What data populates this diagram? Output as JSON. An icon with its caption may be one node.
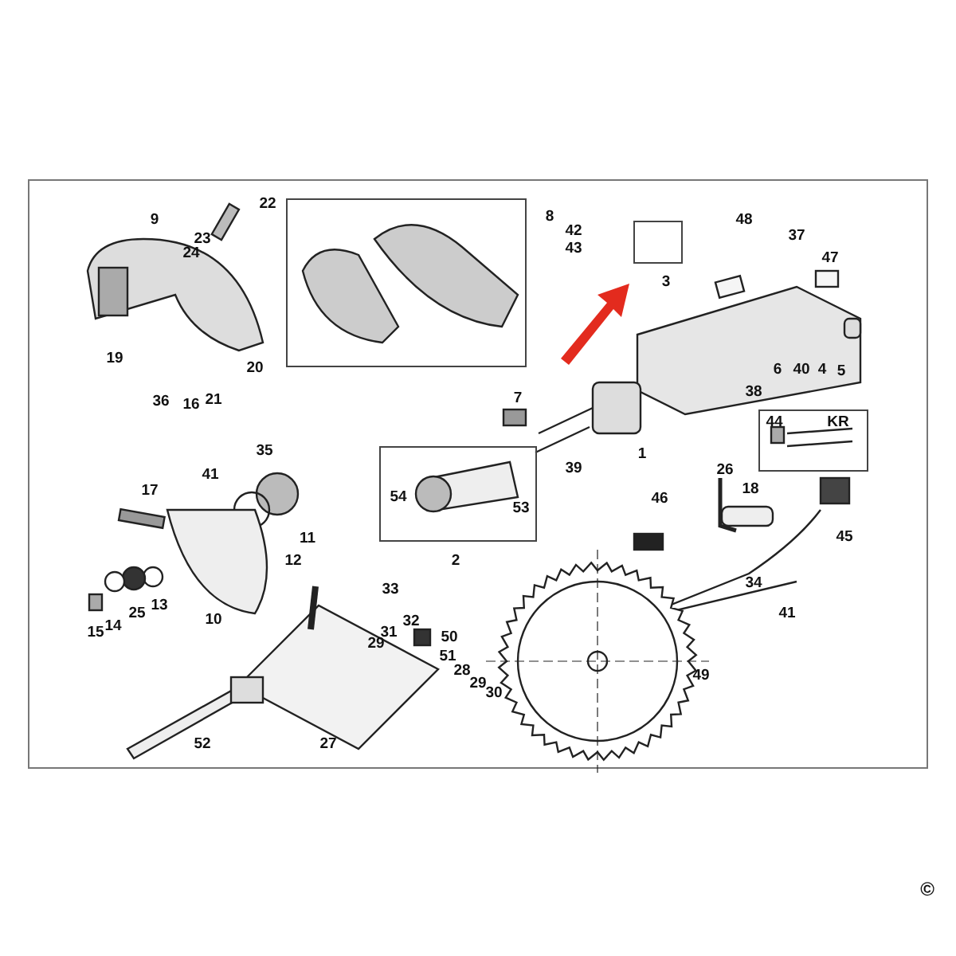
{
  "diagram": {
    "nodes": [
      {
        "text": [
          "54",
          "53"
        ],
        "beside": [
          "2"
        ]
      },
      {
        "text": [
          "44",
          "KR"
        ]
      }
    ],
    "labels": [
      "22",
      "8",
      "42",
      "23",
      "24",
      "43",
      "48",
      "37",
      "9",
      "3",
      "47",
      "19",
      "20",
      "6",
      "40",
      "4",
      "5",
      "36",
      "16",
      "21",
      "38",
      "7",
      "39",
      "1",
      "26",
      "35",
      "41",
      "17",
      "18",
      "46",
      "45",
      "12",
      "11",
      "10",
      "13",
      "25",
      "14",
      "15",
      "33",
      "32",
      "31",
      "50",
      "29",
      "34",
      "41",
      "51",
      "49",
      "28",
      "29",
      "30",
      "52",
      "27",
      "©"
    ]
  }
}
